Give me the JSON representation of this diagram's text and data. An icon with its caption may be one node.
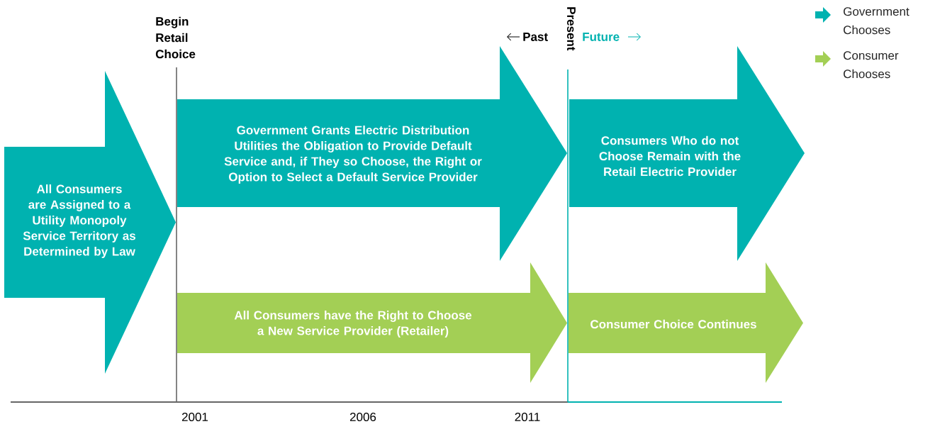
{
  "diagram": {
    "nodes": [
      {
        "text": [
          "All Consumers are Assigned to a Utility Monopoly Service Territory as Determined by Law"
        ]
      },
      {
        "text": [
          "Government Grants Electric Distribution Utilities the Obligation to Provide Default Service and, if They so Choose, the Right or Option to Select a Default Service Provider"
        ]
      },
      {
        "text": [
          "Consumers Who do not Choose Remain with the Retail Electric Provider"
        ]
      },
      {
        "text": [
          "All Consumers have the Right to Choose a New Service Provider (Retailer)"
        ]
      },
      {
        "text": [
          "Consumer Choice Continues"
        ]
      }
    ],
    "labels": [
      "Begin Retail Choice",
      "Past",
      "Present",
      "Future",
      "2001",
      "2006",
      "2011"
    ],
    "legend": [
      {
        "text": "Government Chooses",
        "color": "#00b2b0"
      },
      {
        "text": "Consumer Chooses",
        "color": "#a3cf55"
      }
    ]
  }
}
